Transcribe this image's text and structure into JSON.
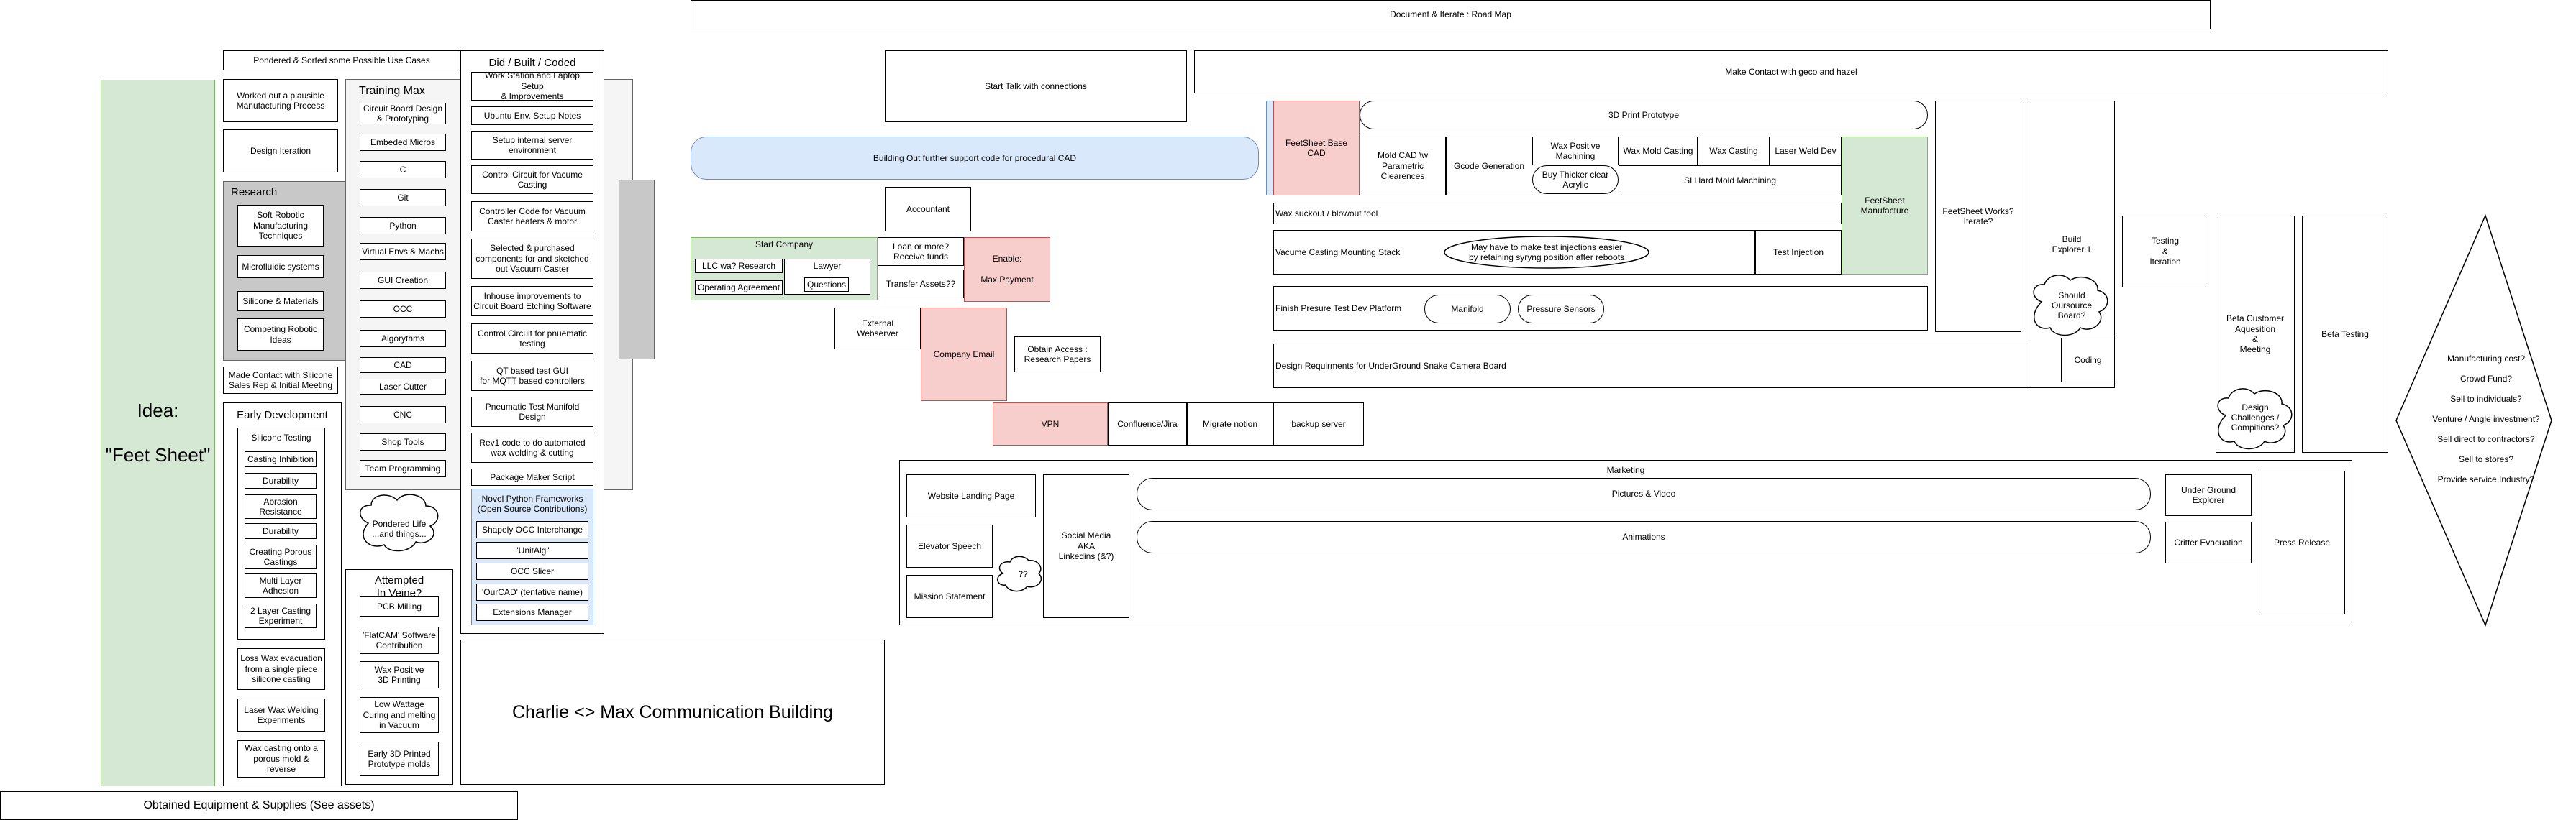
{
  "roadmap": "Document & Iterate : Road Map",
  "idea": {
    "label": "Idea:",
    "name": "\"Feet Sheet\""
  },
  "equipment": "Obtained Equipment & Supplies (See assets)",
  "use_cases": "Pondered & Sorted some Possible Use Cases",
  "plausible": "Worked out a plausible\nManufacturing Process",
  "design_iteration": "Design Iteration",
  "research": {
    "title": "Research",
    "items": [
      "Soft Robotic\nManufacturing\nTechniques",
      "Microfluidic systems",
      "Silicone & Materials",
      "Competing Robotic\nIdeas"
    ]
  },
  "contact_silicone": "Made Contact with Silicone\nSales Rep & Initial Meeting",
  "early_dev": {
    "title": "Early Development",
    "silicone_testing": "Silicone Testing",
    "tests": [
      "Casting Inhibition",
      "Durability",
      "Abrasion\nResistance",
      "Durability",
      "Creating Porous\nCastings",
      "Multi Layer\nAdhesion",
      "2 Layer Casting\nExperiment"
    ],
    "others": [
      "Loss Wax evacuation\nfrom a single piece\nsilicone casting",
      "Laser Wax Welding\nExperiments",
      "Wax casting onto a\nporous mold &\nreverse"
    ]
  },
  "training": {
    "title": "Training Max",
    "items": [
      "Circuit Board Design\n& Prototyping",
      "Embeded Micros",
      "C",
      "Git",
      "Python",
      "Virtual Envs & Machs",
      "GUI Creation",
      "OCC",
      "Algorythms",
      "CAD",
      "Laser Cutter",
      "CNC",
      "Shop Tools",
      "Team Programming"
    ]
  },
  "pondered_life": "Pondered Life\n...and things...",
  "attempted": {
    "title": "Attempted\nIn Veine?",
    "items": [
      "PCB Milling",
      "'FlatCAM' Software\nContribution",
      "Wax Positive\n3D Printing",
      "Low Wattage\nCuring and melting\nin Vacuum",
      "Early 3D Printed\nPrototype molds"
    ]
  },
  "did": {
    "title": "Did / Built / Coded",
    "items": [
      "Work Station and Laptop Setup\n& Improvements",
      "Ubuntu Env. Setup Notes",
      "Setup internal server\nenvironment",
      "Control Circuit for Vacume\nCasting",
      "Controller Code for Vacuum\nCaster heaters & motor",
      "Selected & purchased\ncomponents for and sketched\nout Vacuum Caster",
      "Inhouse improvements to\nCircuit Board Etching Software",
      "Control Circuit for pnuematic\ntesting",
      "QT based test GUI\nfor MQTT based controllers",
      "Pneumatic Test Manifold\nDesign",
      "Rev1 code to do automated\nwax welding & cutting",
      "Package Maker Script"
    ],
    "frameworks_title": "Novel Python Frameworks\n(Open Source Contributions)",
    "frameworks": [
      "Shapely OCC Interchange",
      "\"UnitAlg\"",
      "OCC Slicer",
      "'OurCAD' (tentative name)",
      "Extensions Manager"
    ]
  },
  "comm": "Charlie <> Max Communication Building",
  "procedural_cad": "Building Out further support code for procedural CAD",
  "talk": "Start Talk with connections",
  "contact_geco": "Make Contact with geco and hazel",
  "accountant": "Accountant",
  "company": {
    "title": "Start Company",
    "llc": "LLC wa? Research",
    "operating": "Operating Agreement",
    "lawyer": "Lawyer",
    "questions": "Questions",
    "loan": "Loan or more?\nReceive funds",
    "transfer": "Transfer Assets??",
    "enable": "Enable:\n\nMax Payment"
  },
  "webserver": "External\nWebserver",
  "company_email": "Company Email",
  "obtain_access": "Obtain Access :\nResearch Papers",
  "vpn": "VPN",
  "confluence": "Confluence/Jira",
  "migrate": "Migrate notion",
  "backup": "backup server",
  "feetsheet_cad": "FeetSheet Base CAD",
  "print_prototype": "3D Print Prototype",
  "mold_cad": "Mold CAD \\w\nParametric\nClearences",
  "gcode": "Gcode Generation",
  "wax_positive": "Wax Positive\nMachining",
  "wax_mold": "Wax Mold Casting",
  "wax_casting": "Wax Casting",
  "laser_weld": "Laser Weld Dev",
  "buy_acrylic": "Buy Thicker clear\nAcrylic",
  "si_hard_mold": "SI Hard Mold Machining",
  "wax_suckout": "Wax suckout / blowout tool",
  "vacume_stack": "Vacume Casting Mounting Stack",
  "syringe_note": "May have to make test injections easier\nby retaining syryng position after reboots",
  "test_injection": "Test Injection",
  "feetsheet_manufacture": "FeetSheet\nManufacture",
  "pressure_platform": "Finish Presure Test Dev Platform",
  "manifold": "Manifold",
  "pressure_sensors": "Pressure Sensors",
  "snake_camera": "Design Requirments for UnderGround Snake Camera Board",
  "feetsheet_works": "FeetSheet Works?\nIterate?",
  "build_explorer": "Build\nExplorer 1",
  "outsource": "Should\nOursource\nBoard?",
  "coding": "Coding",
  "testing_iter": "Testing\n&\nIteration",
  "beta_customer": "Beta Customer\nAquesition\n&\nMeeting",
  "design_challenges": "Design\nChallenges /\nCompitions?",
  "beta_testing": "Beta Testing",
  "questions_diamond": [
    "Manufacturing cost?",
    "Crowd Fund?",
    "Sell to individuals?",
    "Venture / Angle investment?",
    "Sell direct to contractors?",
    "Sell to stores?",
    "Provide service Industry?"
  ],
  "marketing": {
    "title": "Marketing",
    "landing": "Website Landing Page",
    "elevator": "Elevator Speech",
    "mission": "Mission Statement",
    "qq": "??",
    "social": "Social Media\nAKA\nLinkedins (&?)",
    "pictures": "Pictures & Video",
    "animations": "Animations",
    "underground": "Under Ground\nExplorer",
    "critter": "Critter Evacuation",
    "press": "Press Release"
  }
}
